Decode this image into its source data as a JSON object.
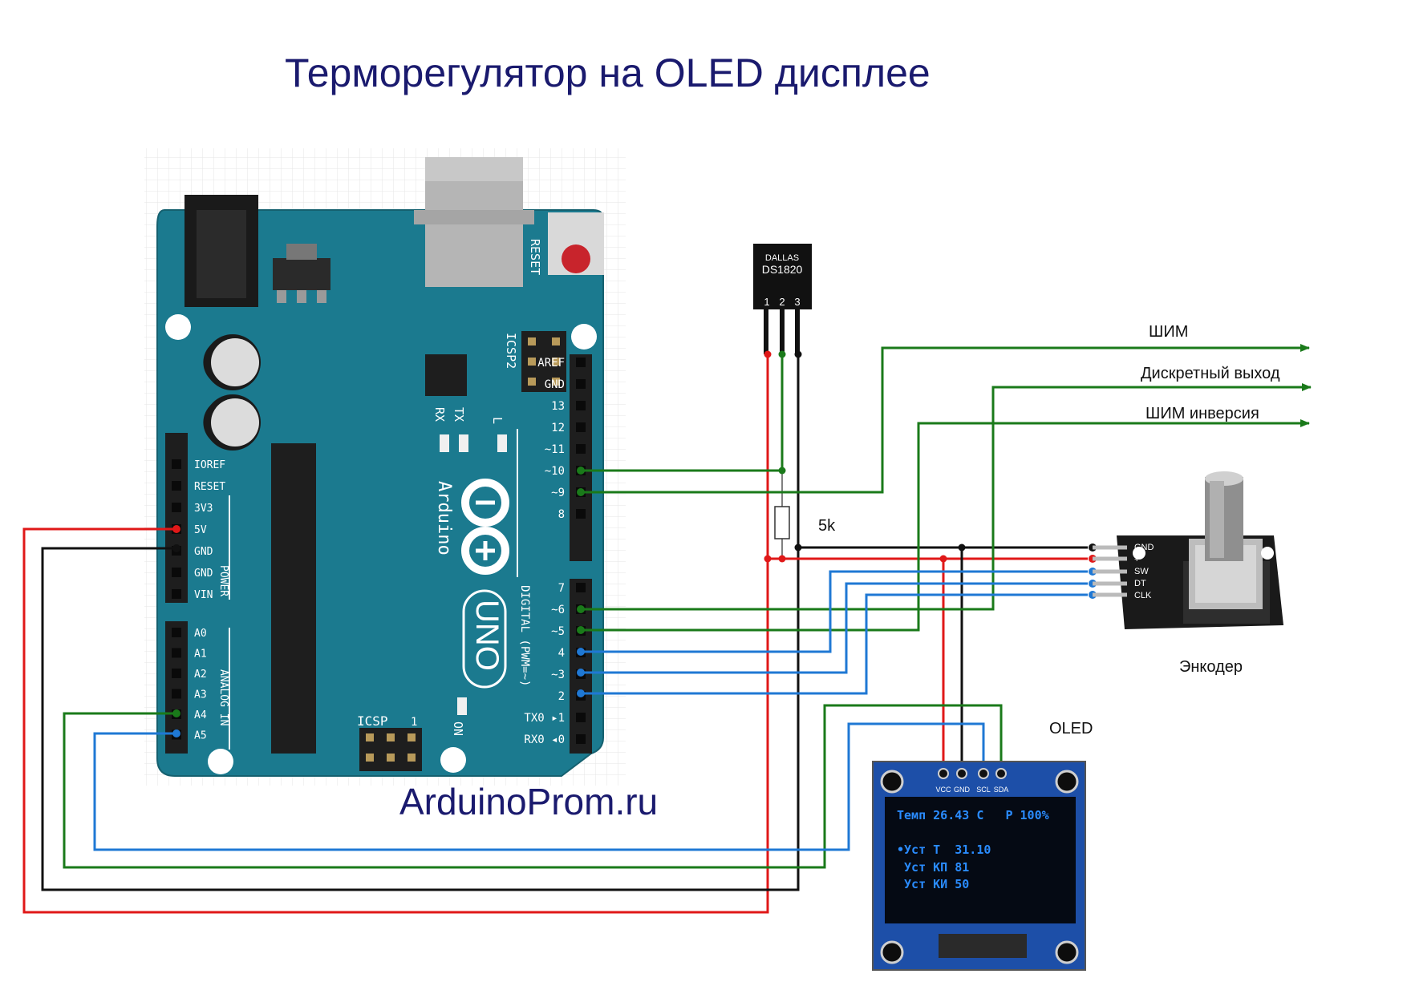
{
  "title": "Терморегулятор на OLED дисплее",
  "footer": "ArduinoProm.ru",
  "colors": {
    "title": "#1a1a6e",
    "board": "#1b7a8f",
    "board_dark": "#15606f",
    "wire_red": "#e01818",
    "wire_black": "#111111",
    "wire_green": "#1a7a1a",
    "wire_blue": "#1f78d4",
    "oled_screen": "#050a14",
    "oled_text": "#2a8cff",
    "oled_pcb": "#1d4fa8"
  },
  "arduino": {
    "brand": "Arduino",
    "model": "UNO",
    "reset_label": "RESET",
    "icsp2_label": "ICSP2",
    "icsp_label": "ICSP",
    "led_labels": {
      "tx": "TX",
      "rx": "RX",
      "l": "L",
      "on": "ON"
    },
    "digital_section": "DIGITAL (PWM=~)",
    "power_section": "POWER",
    "analog_section": "ANALOG IN",
    "digital_top": [
      "AREF",
      "GND",
      "13",
      "12",
      "~11",
      "~10",
      "~9",
      "8"
    ],
    "digital_bottom": [
      "7",
      "~6",
      "~5",
      "4",
      "~3",
      "2",
      "TX0 ▸1",
      "RX0 ◂0"
    ],
    "power_pins": [
      "IOREF",
      "RESET",
      "3V3",
      "5V",
      "GND",
      "GND",
      "VIN"
    ],
    "analog_pins": [
      "A0",
      "A1",
      "A2",
      "A3",
      "A4",
      "A5"
    ],
    "icsp_mark": "1"
  },
  "sensor": {
    "brand": "DALLAS",
    "model": "DS1820",
    "pins": [
      "1",
      "2",
      "3"
    ],
    "resistor_label": "5k"
  },
  "outputs": {
    "pwm": "ШИМ",
    "discrete": "Дискретный выход",
    "pwm_inverse": "ШИМ инверсия"
  },
  "encoder": {
    "label": "Энкодер",
    "pins": [
      "GND",
      "+",
      "SW",
      "DT",
      "CLK"
    ]
  },
  "oled": {
    "label": "OLED",
    "pins": [
      "VCC",
      "GND",
      "SCL",
      "SDA"
    ],
    "screen_lines": [
      "Темп 26.43 С   Р 100%",
      "•Уст Т  31.10",
      " Уст КП 81",
      " Уст КИ 50"
    ]
  }
}
